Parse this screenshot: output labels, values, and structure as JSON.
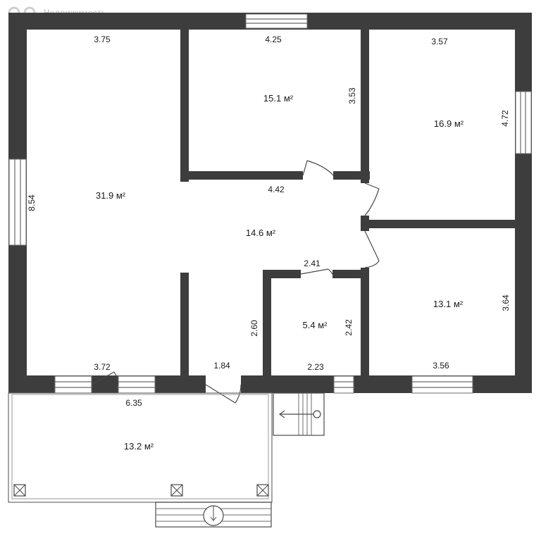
{
  "watermark": {
    "brand_text": "Недвижимость"
  },
  "rooms": [
    {
      "id": "living",
      "area": "31.9 м²",
      "dims": [
        "3.75",
        "8.54",
        "3.72"
      ]
    },
    {
      "id": "bedroom1",
      "area": "15.1 м²",
      "dims": [
        "4.25",
        "3.53"
      ]
    },
    {
      "id": "bedroom2",
      "area": "16.9 м²",
      "dims": [
        "3.57",
        "4.72"
      ]
    },
    {
      "id": "hall",
      "area": "14.6 м²",
      "dims": [
        "4.42",
        "2.60",
        "1.84"
      ]
    },
    {
      "id": "bathroom",
      "area": "5.4 м²",
      "dims": [
        "2.41",
        "2.42",
        "2.23"
      ]
    },
    {
      "id": "bedroom3",
      "area": "13.1 м²",
      "dims": [
        "3.64",
        "3.56"
      ]
    },
    {
      "id": "terrace",
      "area": "13.2 м²",
      "dims": [
        "6.35"
      ]
    }
  ],
  "colors": {
    "wall": "#3d3d3d",
    "background": "#ffffff",
    "line": "#6b6b6b"
  }
}
